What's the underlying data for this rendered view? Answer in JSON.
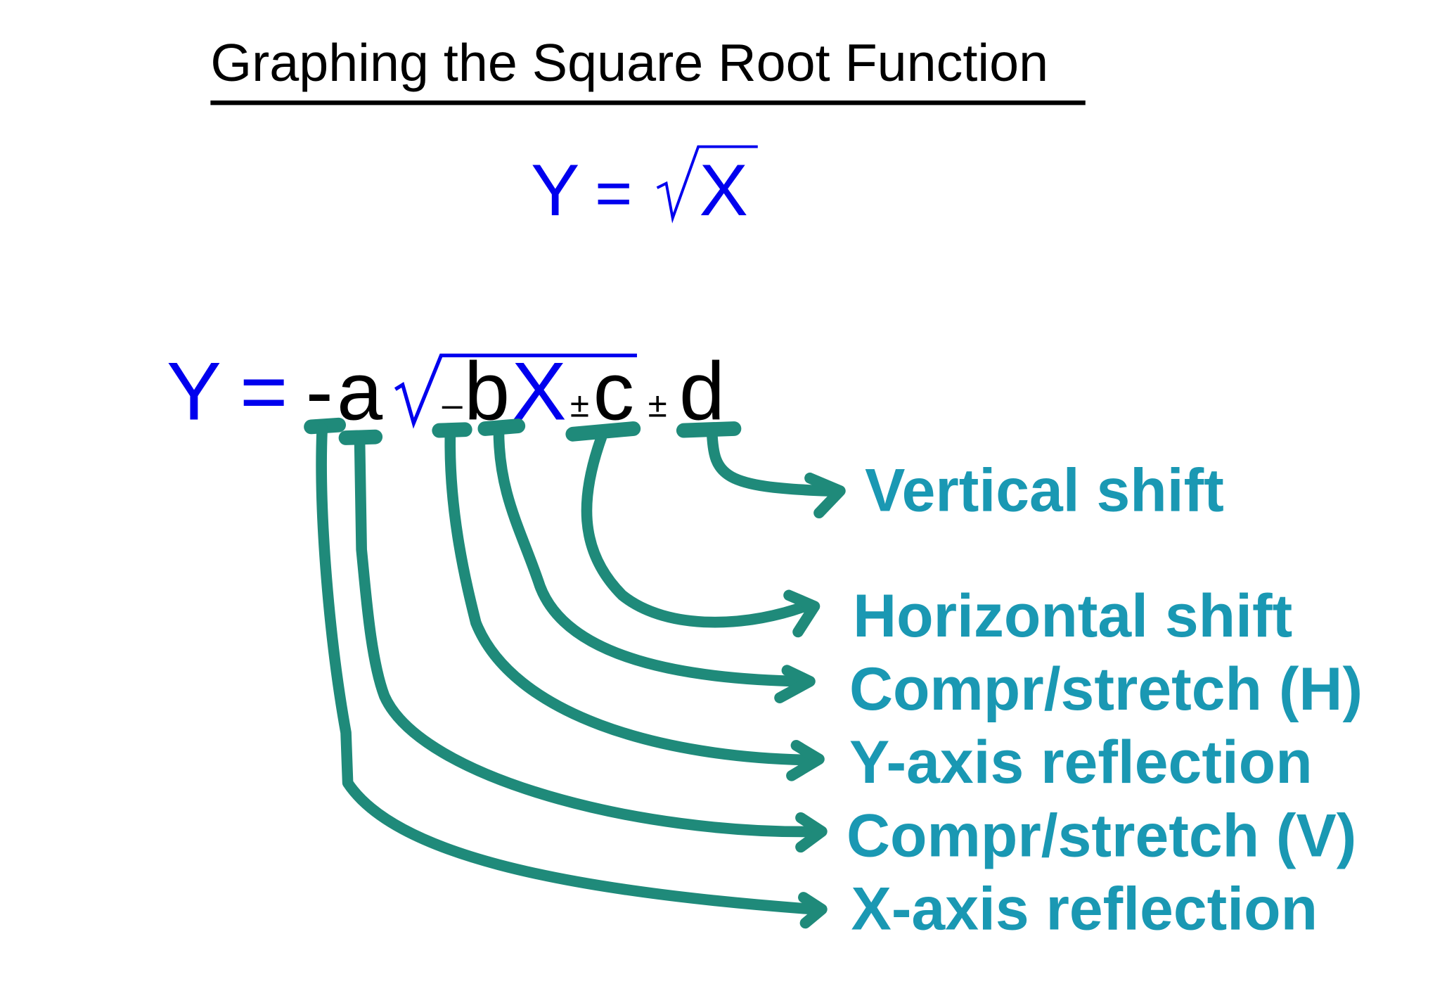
{
  "title": "Graphing the Square Root Function",
  "basic_equation": {
    "y": "Y",
    "equals": "=",
    "x": "X"
  },
  "general_equation": {
    "y": "Y",
    "equals": "=",
    "neg_a": "-",
    "a": "a",
    "neg_b": "–",
    "b": "b",
    "x": "X",
    "pm_c": "±",
    "c": "c",
    "pm_d": "±",
    "d": "d"
  },
  "labels": {
    "vertical_shift": "Vertical shift",
    "horizontal_shift": "Horizontal shift",
    "compr_stretch_h": "Compr/stretch (H)",
    "y_axis_reflection": "Y-axis reflection",
    "compr_stretch_v": "Compr/stretch (V)",
    "x_axis_reflection": "X-axis reflection"
  },
  "colors": {
    "equation_blue": "#0000ee",
    "label_teal": "#1a98b3",
    "arrow_green": "#1f8a7a"
  }
}
